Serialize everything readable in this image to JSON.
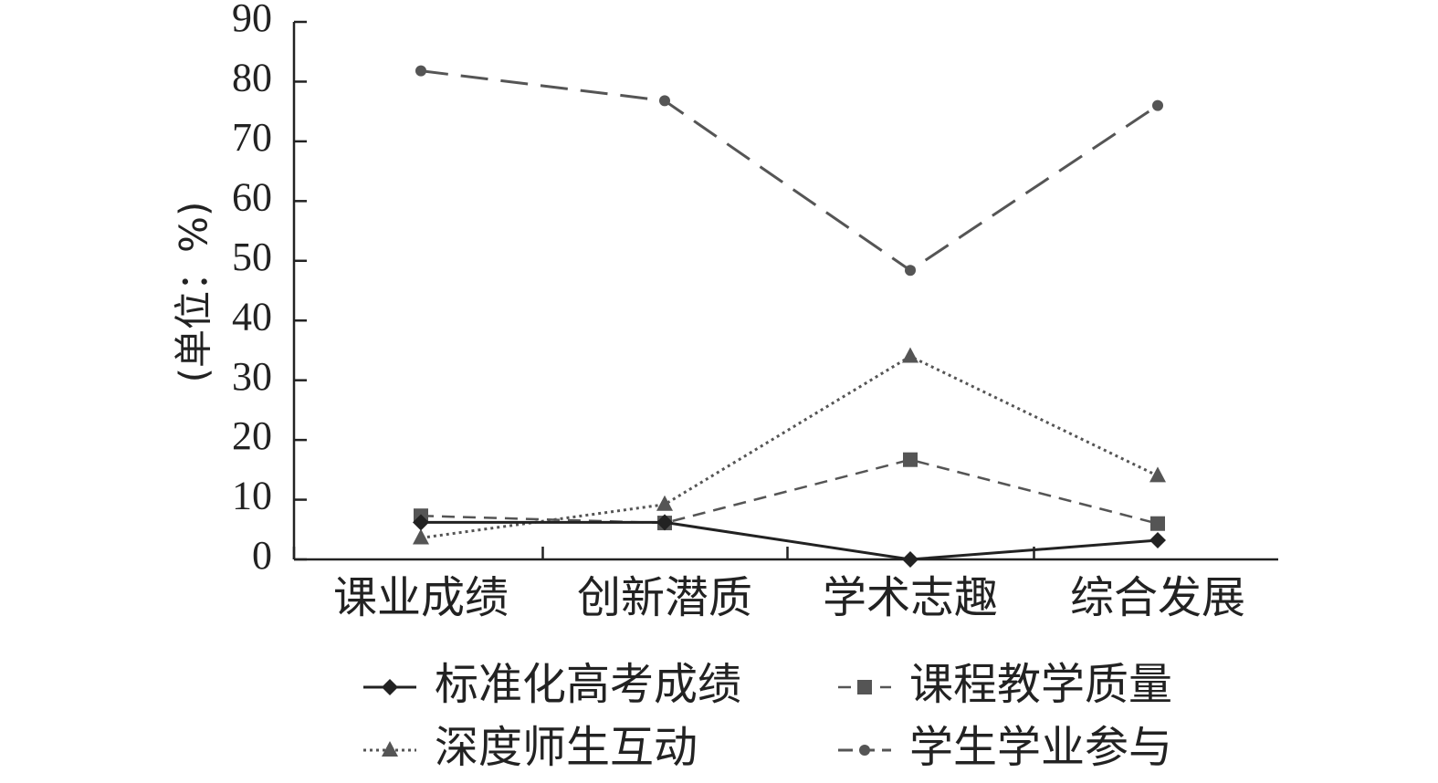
{
  "chart_data": {
    "type": "line",
    "categories": [
      "课业成绩",
      "创新潜质",
      "学术志趣",
      "综合发展"
    ],
    "ylabel": "(单位：%)",
    "ylim": [
      0,
      90
    ],
    "yticks": [
      0,
      10,
      20,
      30,
      40,
      50,
      60,
      70,
      80,
      90
    ],
    "grid": false,
    "legend_position": "bottom",
    "series": [
      {
        "name": "标准化高考成绩",
        "values": [
          6.2,
          6.2,
          0,
          3.2
        ],
        "marker": "diamond",
        "dash": "solid",
        "color": "#222222"
      },
      {
        "name": "课程教学质量",
        "values": [
          7.3,
          6.1,
          16.7,
          6.0
        ],
        "marker": "square",
        "dash": "dashed",
        "color": "#555555"
      },
      {
        "name": "深度师生互动",
        "values": [
          3.6,
          9.2,
          34.0,
          14.0
        ],
        "marker": "triangle",
        "dash": "dotted",
        "color": "#555555"
      },
      {
        "name": "学生学业参与",
        "values": [
          81.8,
          76.8,
          48.4,
          76.0
        ],
        "marker": "circle",
        "dash": "longdash",
        "color": "#555555"
      }
    ]
  }
}
